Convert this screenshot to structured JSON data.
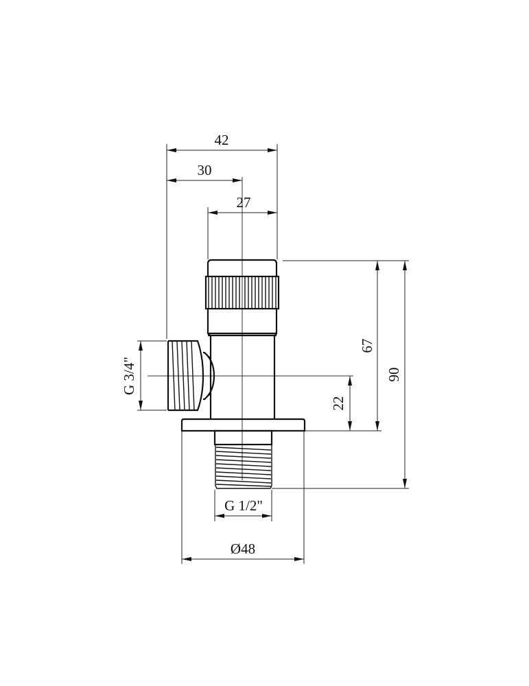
{
  "drawing": {
    "title": "Angle valve technical drawing",
    "colors": {
      "line": "#111111",
      "background": "#ffffff"
    },
    "dimensions": {
      "overall_width": "42",
      "side_to_axis": "30",
      "knob_width": "27",
      "outlet_height": "22",
      "knob_to_flange": "67",
      "overall_height": "90",
      "side_thread": "G 3/4\"",
      "bottom_thread": "G 1/2\"",
      "flange_diameter": "Ø48"
    }
  }
}
